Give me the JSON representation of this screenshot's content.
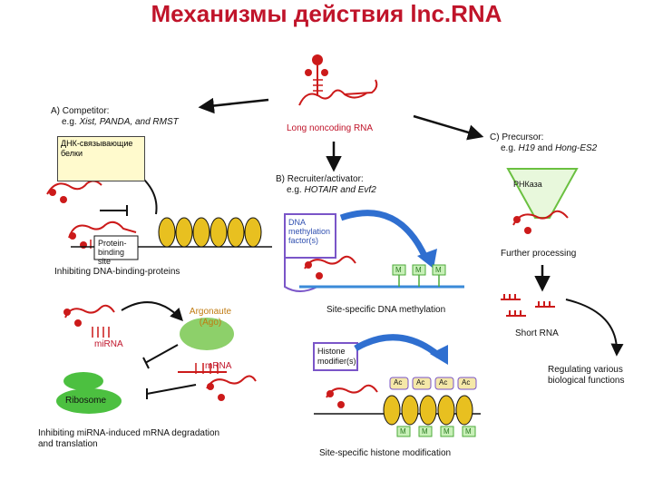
{
  "title": "Механизмы действия lnc.RNA",
  "center_label": "Long noncoding RNA",
  "panel_a": {
    "heading": "A) Competitor:",
    "example_prefix": "e.g.",
    "example_genes": "Xist, PANDA, and RMST",
    "overlay_label": "ДНК-связывающие белки",
    "protein_site_label": "Protein-binding site",
    "dna_caption": "Inhibiting DNA-binding-proteins",
    "argonaute_label": "Argonaute (Ago)",
    "mirna_label": "miRNA",
    "mrna_label": "mRNA",
    "ribosome_label": "Ribosome",
    "mirna_caption_line1": "Inhibiting miRNA-induced mRNA degradation",
    "mirna_caption_line2": "and translation"
  },
  "panel_b": {
    "heading": "B) Recruiter/activator:",
    "example_prefix": "e.g.",
    "example_genes": "HOTAIR and Evf2",
    "dna_methyl_label_1": "DNA",
    "dna_methyl_label_2": "methylation",
    "dna_methyl_label_3": "factor(s)",
    "methyl_mark": "M",
    "methyl_caption": "Site-specific DNA methylation",
    "histone_label_1": "Histone",
    "histone_label_2": "modifier(s)",
    "ac_mark": "Ac",
    "me_mark": "M",
    "histone_caption": "Site-specific histone modification"
  },
  "panel_c": {
    "heading": "C) Precursor:",
    "example_prefix": "e.g.",
    "example_gene_1": "H19",
    "example_and": "and",
    "example_gene_2": "Hong-ES2",
    "overlay_label": "РНКаза",
    "processing_label": "Further processing",
    "short_rna_label": "Short RNA",
    "regulating_line1": "Regulating various",
    "regulating_line2": "biological functions"
  },
  "colors": {
    "title": "#c0142a",
    "rna": "#cc1a1a",
    "nucleosome": "#e8c020",
    "methyl_green": "#4caa3a",
    "argonaute": "#8dd06a",
    "ribosome": "#4cc040",
    "purple": "#7a55c8",
    "blue_arrow": "#2f6fd0"
  }
}
